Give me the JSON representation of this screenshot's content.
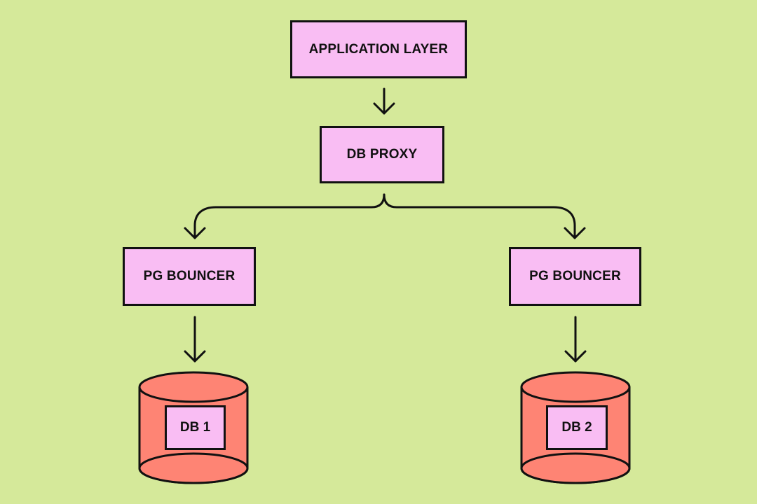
{
  "diagram": {
    "nodes": {
      "application_layer": "APPLICATION LAYER",
      "db_proxy": "DB PROXY",
      "pg_bouncer_left": "PG BOUNCER",
      "pg_bouncer_right": "PG BOUNCER",
      "db1": "DB 1",
      "db2": "DB 2"
    },
    "edges": [
      {
        "from": "application_layer",
        "to": "db_proxy"
      },
      {
        "from": "db_proxy",
        "to": "pg_bouncer_left"
      },
      {
        "from": "db_proxy",
        "to": "pg_bouncer_right"
      },
      {
        "from": "pg_bouncer_left",
        "to": "db1"
      },
      {
        "from": "pg_bouncer_right",
        "to": "db2"
      }
    ]
  },
  "colors": {
    "background": "#d5e99a",
    "box_fill": "#f9bdf3",
    "database_fill": "#fe8474",
    "stroke": "#111111"
  }
}
